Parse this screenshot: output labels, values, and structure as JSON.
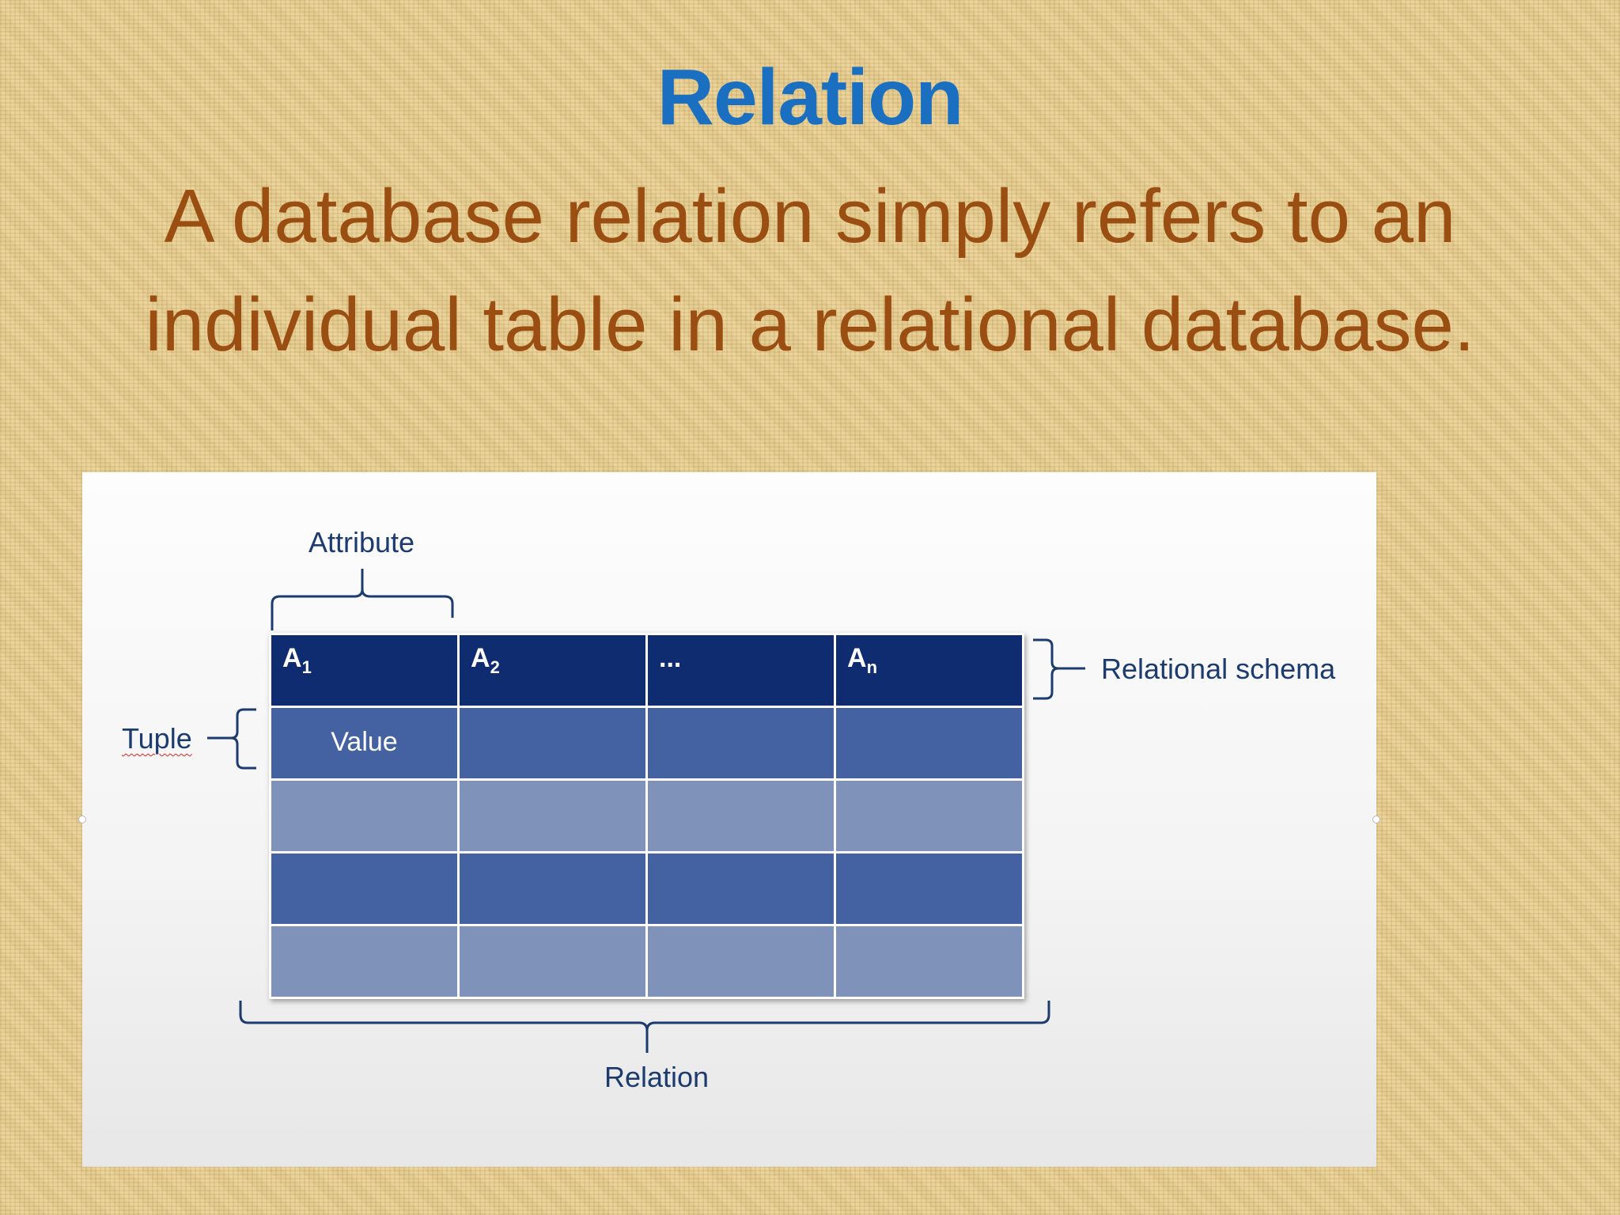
{
  "slide": {
    "title": "Relation",
    "body": "A database relation simply refers to an individual table in a relational database."
  },
  "diagram": {
    "labels": {
      "attribute": "Attribute",
      "relational_schema": "Relational schema",
      "tuple": "Tuple",
      "relation": "Relation"
    },
    "table": {
      "headers": [
        {
          "base": "A",
          "sub": "1"
        },
        {
          "base": "A",
          "sub": "2"
        },
        {
          "base": "...",
          "sub": ""
        },
        {
          "base": "A",
          "sub": "n"
        }
      ],
      "rows": [
        [
          "Value",
          "",
          "",
          ""
        ],
        [
          "",
          "",
          "",
          ""
        ],
        [
          "",
          "",
          "",
          ""
        ],
        [
          "",
          "",
          "",
          ""
        ]
      ]
    }
  },
  "colors": {
    "title": "#1a6fc0",
    "body_text": "#9a4e12",
    "header_fill": "#0e2c6f",
    "row_dark": "#4462a1",
    "row_light": "#7f92b9",
    "label_text": "#1c3b6e"
  }
}
